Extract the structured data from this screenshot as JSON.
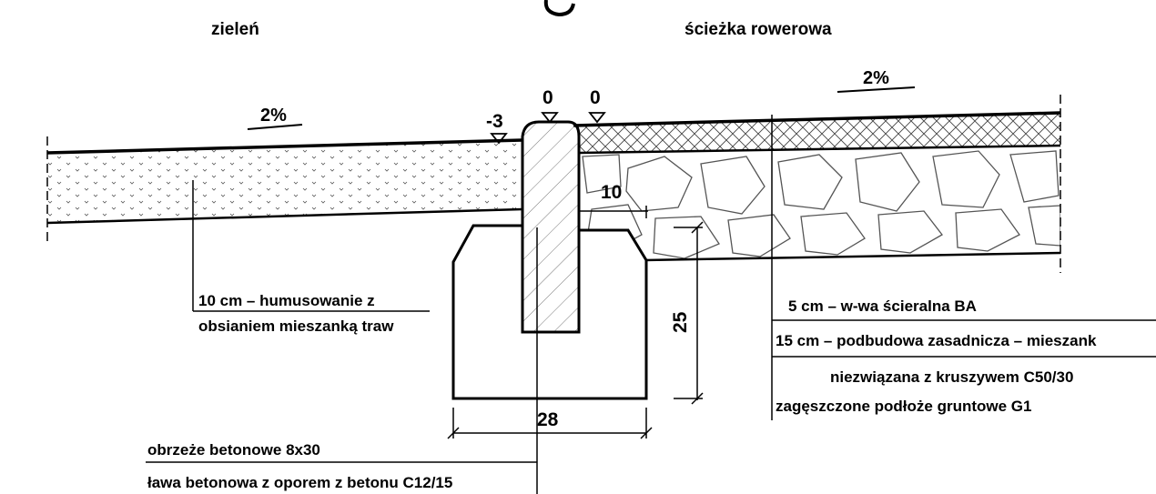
{
  "headings": {
    "left": "zieleń",
    "right": "ścieżka rowerowa"
  },
  "slopes": {
    "left": "2%",
    "right": "2%"
  },
  "elevations": {
    "grass": "-3",
    "curb_top": "0",
    "path_edge": "0"
  },
  "dimensions": {
    "offset": "10",
    "height": "25",
    "width": "28"
  },
  "layers": {
    "grass_line1": "10 cm – humusowanie z",
    "grass_line2": "obsianiem mieszanką traw",
    "path_wearing": "5 cm – w-wa ścieralna BA",
    "path_base": "15 cm – podbudowa zasadnicza – mieszank",
    "path_base_cont": "niezwiązana z kruszywem C50/30",
    "path_subgrade": "zagęszczone podłoże gruntowe G1",
    "curb": "obrzeże betonowe 8x30",
    "bench": "ława betonowa z oporem z betonu C12/15"
  },
  "colors": {
    "line": "#000000",
    "hatch": "#444444",
    "background": "#ffffff"
  }
}
